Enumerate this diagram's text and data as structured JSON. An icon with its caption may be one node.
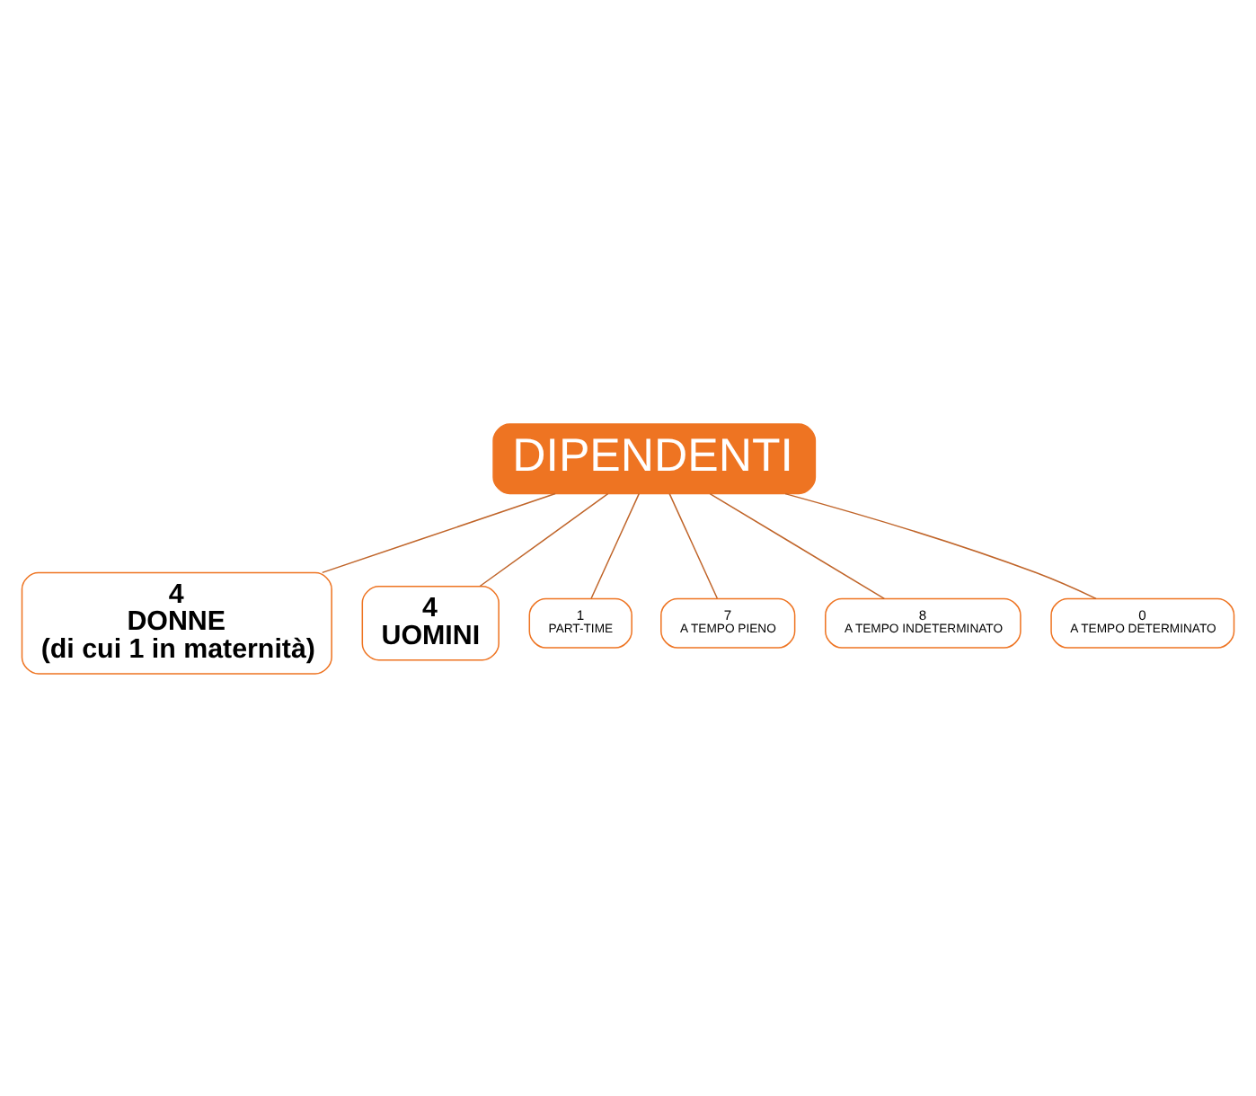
{
  "diagram": {
    "nodes": [
      {
        "text": [
          "DIPENDENTI"
        ]
      },
      {
        "text": [
          "4",
          "DONNE",
          "(di cui 1 in maternità)"
        ]
      },
      {
        "text": [
          "4",
          "UOMINI"
        ]
      },
      {
        "text": [
          "1",
          "PART-TIME"
        ]
      },
      {
        "text": [
          "7",
          "A TEMPO PIENO"
        ]
      },
      {
        "text": [
          "8",
          "A TEMPO INDETERMINATO"
        ]
      },
      {
        "text": [
          "0",
          "A TEMPO DETERMINATO"
        ]
      }
    ],
    "edges": [
      {
        "from": 0,
        "to": 1,
        "arrow": "none"
      },
      {
        "from": 0,
        "to": 2,
        "arrow": "none"
      },
      {
        "from": 0,
        "to": 3,
        "arrow": "none"
      },
      {
        "from": 0,
        "to": 4,
        "arrow": "none"
      },
      {
        "from": 0,
        "to": 5,
        "arrow": "none"
      },
      {
        "from": 0,
        "to": 6,
        "arrow": "none"
      }
    ]
  }
}
